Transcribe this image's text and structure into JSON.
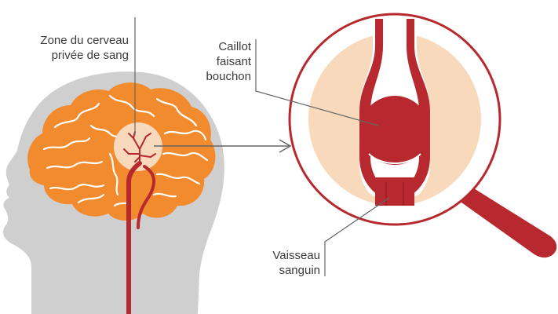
{
  "labels": {
    "brain_zone": [
      "Zone du cerveau",
      "privée de sang"
    ],
    "clot": [
      "Caillot",
      "faisant",
      "bouchon"
    ],
    "vessel": [
      "Vaisseau",
      "sanguin"
    ]
  },
  "colors": {
    "head": "#cfcfcf",
    "brain": "#f28a2e",
    "brain_lines": "#ffffff",
    "artery": "#b7292e",
    "zone": "#f8d9bc",
    "lens_fill": "#f8d9bc",
    "lens_rim": "#b7292e",
    "handle": "#b7292e",
    "pointer_line": "#666666"
  },
  "icons": {
    "magnifier": "magnifying-glass-icon",
    "arrow": "arrow-right-icon"
  }
}
